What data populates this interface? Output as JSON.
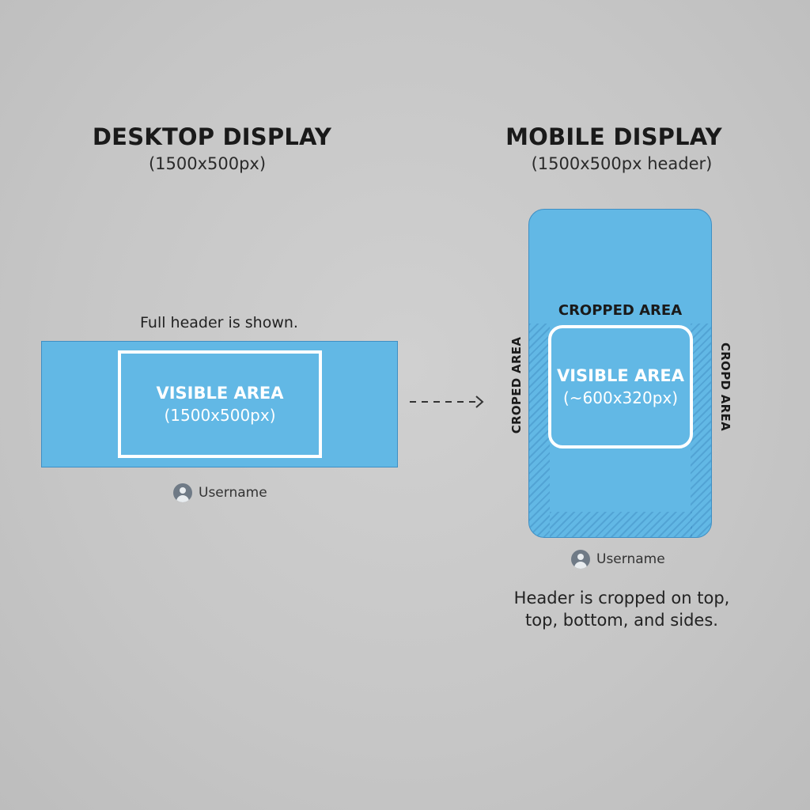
{
  "desktop": {
    "title": "DESKTOP DISPLAY",
    "subtitle": "(1500x500px)",
    "caption": "Full header is shown.",
    "visible_label": "VISIBLE AREA",
    "visible_size": "(1500x500px)",
    "username": "Username"
  },
  "mobile": {
    "title": "MOBILE DISPLAY",
    "subtitle": "(1500x500px header)",
    "cropped_top_label": "CROPPED AREA",
    "cropped_left_label": "CROPED AREA",
    "cropped_right_label": "CROPD AREA",
    "visible_label": "VISIBLE AREA",
    "visible_size": "(~600x320px)",
    "username": "Username",
    "caption_line1": "Header is cropped on top,",
    "caption_line2": "top, bottom, and sides."
  },
  "colors": {
    "banner_fill": "#62b8e5",
    "banner_border": "#3f8fc4",
    "visible_border": "#ffffff",
    "background": "#c9c9c9"
  },
  "icons": {
    "avatar": "user-avatar-icon",
    "arrow": "dashed-arrow-right-icon"
  }
}
